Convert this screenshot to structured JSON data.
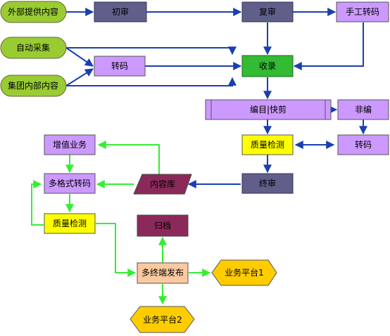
{
  "nodes": {
    "external": "外部提供内容",
    "auto_collect": "自动采集",
    "group_internal": "集团内部内容",
    "transcode_1": "转码",
    "first_review": "初审",
    "second_review": "复审",
    "manual_transcode": "手工转码",
    "ingest": "收录",
    "edit": "编目|快剪",
    "non_edit": "非编",
    "quality_check_1": "质量检测",
    "transcode_2": "转码",
    "final_review": "终审",
    "content_library": "内容库",
    "value_added": "增值业务",
    "multi_format": "多格式转码",
    "quality_check_2": "质量检测",
    "archive": "归档",
    "multi_terminal": "多终端发布",
    "platform_1": "业务平台1",
    "platform_2": "业务平台2"
  },
  "colors": {
    "terminal_green": "#99cc33",
    "review_slate": "#5f5f8a",
    "process_lavender": "#cc99ff",
    "ingest_green": "#33bb33",
    "check_yellow": "#ffff00",
    "library_plum": "#8b2a5a",
    "publish_peach": "#fbc9a0",
    "platform_gold": "#ffcc00",
    "arrow_blue": "#1a3fb0",
    "arrow_green": "#33ee33"
  }
}
